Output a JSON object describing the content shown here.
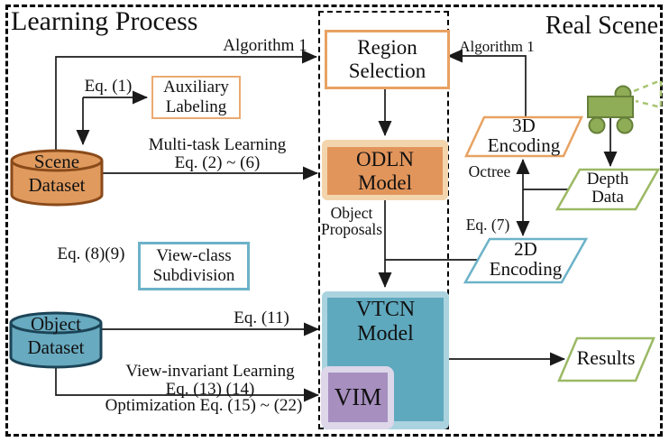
{
  "regions": {
    "learning_process": {
      "title": "Learning Process"
    },
    "real_scene": {
      "title": "Real Scene"
    }
  },
  "nodes": {
    "region_selection": {
      "label": "Region\nSelection"
    },
    "auxiliary_labeling": {
      "label": "Auxiliary\nLabeling"
    },
    "scene_dataset": {
      "label": "Scene\nDataset"
    },
    "odln_model": {
      "label": "ODLN\nModel"
    },
    "encoding_3d": {
      "label": "3D\nEncoding"
    },
    "depth_data": {
      "label": "Depth\nData"
    },
    "encoding_2d": {
      "label": "2D\nEncoding"
    },
    "view_class_subdivision": {
      "label": "View-class\nSubdivision"
    },
    "object_dataset": {
      "label": "Object\nDataset"
    },
    "vtcn_model": {
      "label": "VTCN\nModel"
    },
    "vim": {
      "label": "VIM"
    },
    "results": {
      "label": "Results"
    }
  },
  "edge_labels": {
    "algorithm1_left": "Algorithm 1",
    "algorithm1_right": "Algorithm 1",
    "eq1": "Eq. (1)",
    "multitask": "Multi-task Learning\nEq. (2) ~ (6)",
    "object_proposals": "Object\nProposals",
    "octree": "Octree",
    "eq7": "Eq. (7)",
    "eq89": "Eq. (8)(9)",
    "eq11": "Eq. (11)",
    "view_invariant": "View-invariant Learning\nEq. (13) (14)",
    "optimization": "Optimization Eq. (15) ~ (22)"
  },
  "colors": {
    "orange_border": "#E8A262",
    "odln_fill": "#E2955B",
    "odln_halo": "#F3D5AD",
    "scene_cylinder_fill": "#E09A5E",
    "scene_cylinder_stroke": "#8A4A1A",
    "blue_border": "#6CB2C8",
    "vtcn_fill": "#5FA9BE",
    "vtcn_halo": "#ABD3DF",
    "object_cylinder_fill": "#68AAC0",
    "object_cylinder_stroke": "#1C4457",
    "vim_fill": "#A78FC0",
    "vim_halo": "#DDD7E9",
    "green_border": "#9BB964",
    "car_fill": "#8FAC56",
    "car_stroke": "#66803A",
    "connector": "#1A1A1A"
  }
}
